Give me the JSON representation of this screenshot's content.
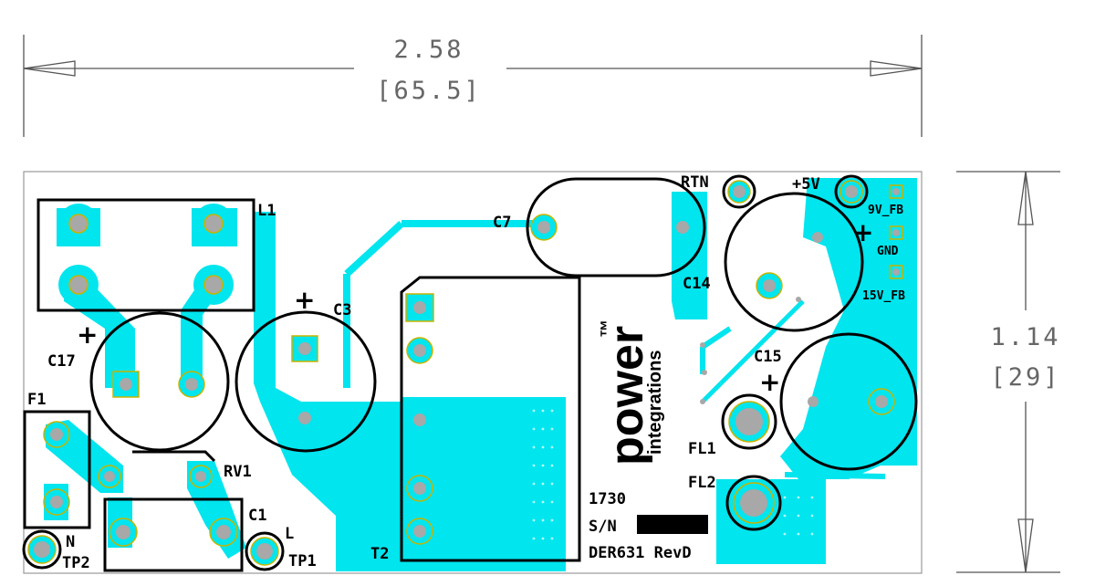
{
  "dimensions": {
    "width_in": "2.58",
    "width_mm": "[65.5]",
    "height_in": "1.14",
    "height_mm": "[29]"
  },
  "components": {
    "L1": "L1",
    "C3": "C3",
    "C7": "C7",
    "C14": "C14",
    "C15": "C15",
    "C17": "C17",
    "F1": "F1",
    "RV1": "RV1",
    "C1": "C1",
    "T2": "T2",
    "FL1": "FL1",
    "FL2": "FL2",
    "TP1": "TP1",
    "TP2": "TP2",
    "N": "N",
    "L": "L",
    "plus": "+"
  },
  "outputs": {
    "rtn": "RTN",
    "v5": "+5V",
    "fb9": "9V_FB",
    "gnd": "GND",
    "fb15": "15V_FB"
  },
  "logo": {
    "line1": "power",
    "line2": "integrations",
    "tm": "™"
  },
  "marking": {
    "date_code": "1730",
    "serial": "S/N",
    "board_id": "DER631 RevD"
  },
  "colors": {
    "copper": "#00E5EE",
    "pad": "#A8A8A8",
    "silkscreen": "#000000",
    "dimension": "#666666"
  }
}
